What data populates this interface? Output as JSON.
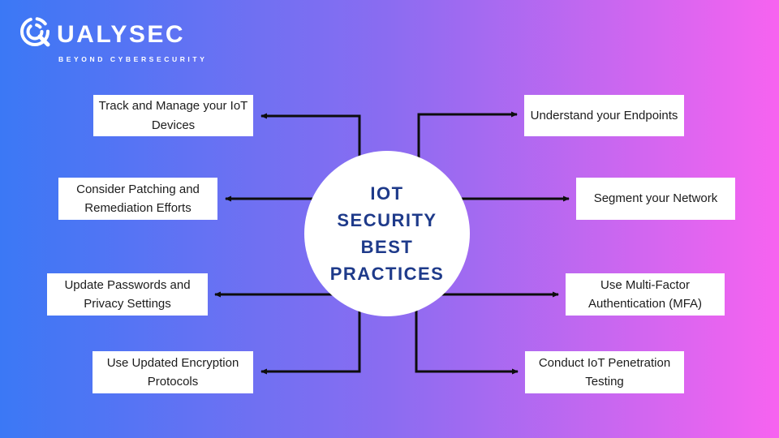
{
  "background": {
    "gradient_left": "#3b78f5",
    "gradient_middle": "#8b6cf1",
    "gradient_right": "#f763f0"
  },
  "logo": {
    "brand": "QUALYSEC",
    "brand_rest": "UALYSEC",
    "tagline": "BEYOND CYBERSECURITY",
    "color": "#ffffff"
  },
  "center_circle": {
    "lines": [
      "IOT",
      "SECURITY",
      "BEST",
      "PRACTICES"
    ],
    "text_color": "#1e3a8a",
    "background": "#ffffff"
  },
  "connector_color": "#0d0d0d",
  "left_items": [
    {
      "label": "Track and Manage your IoT Devices"
    },
    {
      "label": "Consider Patching and Remediation Efforts"
    },
    {
      "label": "Update Passwords and Privacy Settings"
    },
    {
      "label": "Use Updated Encryption Protocols"
    }
  ],
  "right_items": [
    {
      "label": "Understand your Endpoints"
    },
    {
      "label": "Segment your Network"
    },
    {
      "label": "Use Multi-Factor Authentication (MFA)"
    },
    {
      "label": "Conduct IoT Penetration Testing"
    }
  ]
}
